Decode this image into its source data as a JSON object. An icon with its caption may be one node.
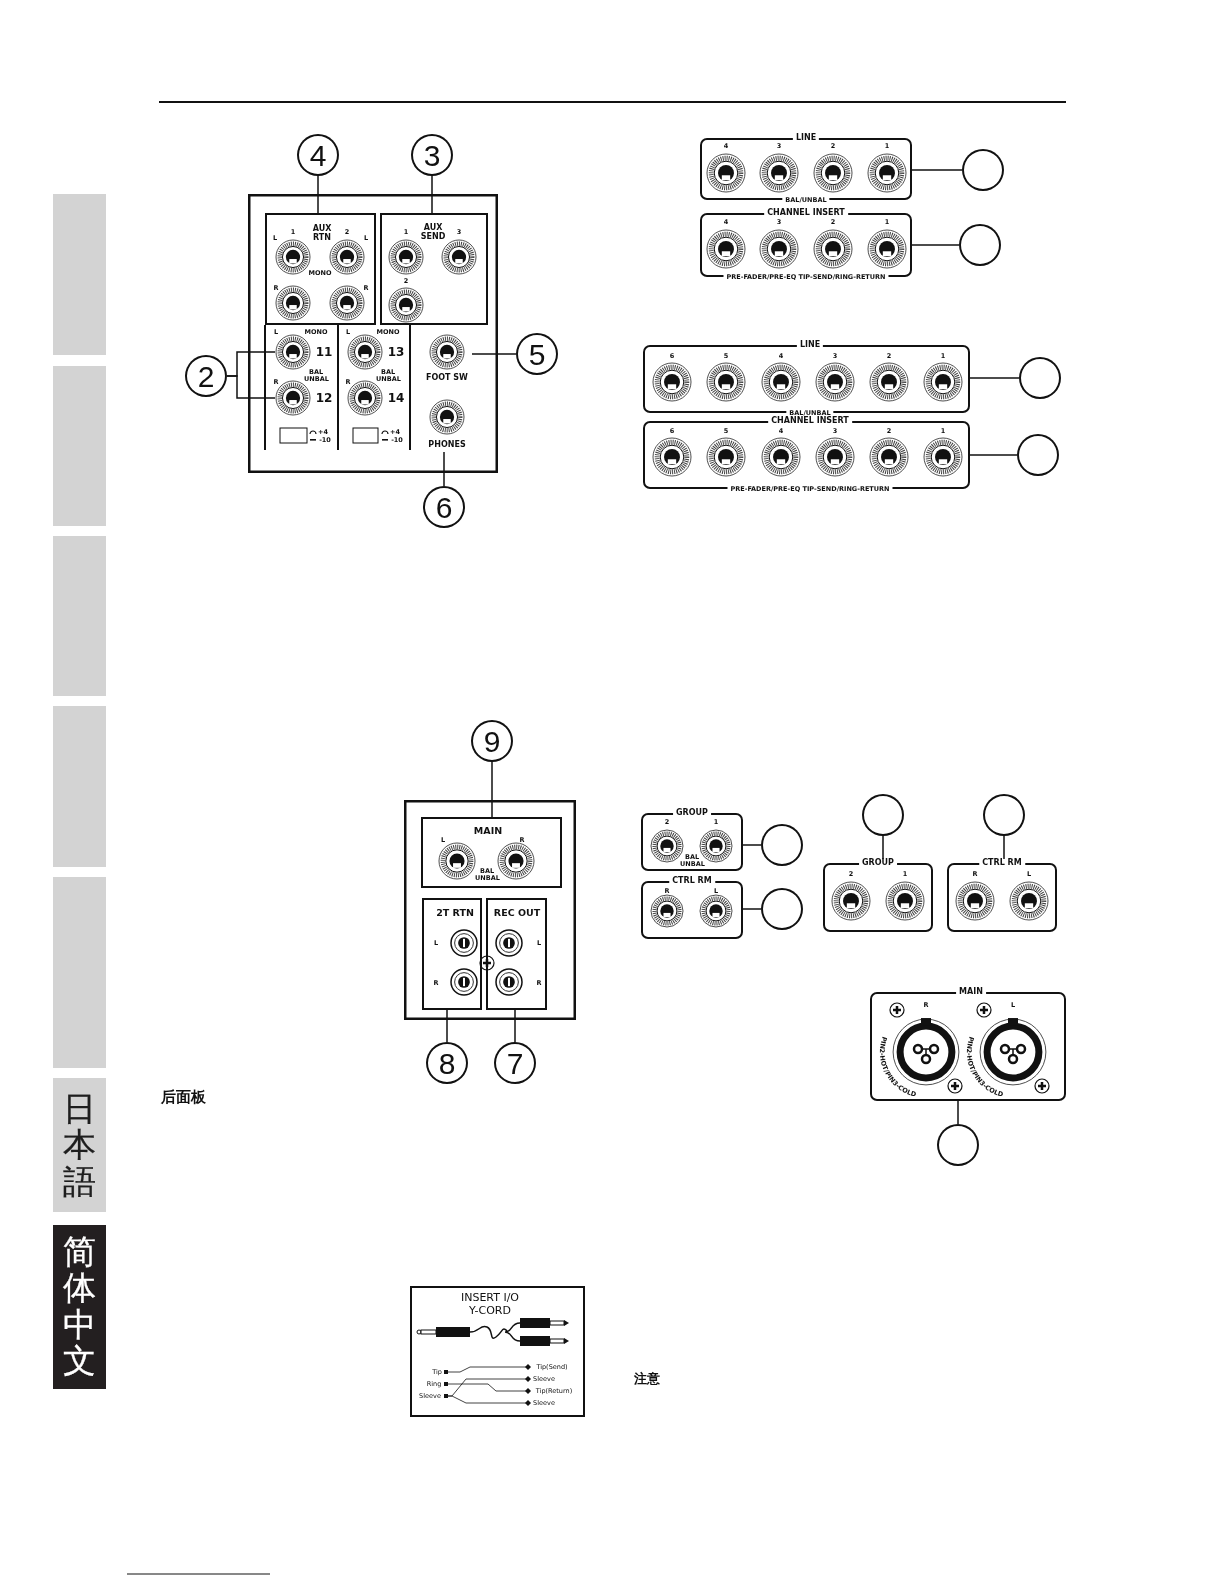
{
  "diagram": {
    "nodes": [
      {
        "text": [],
        "shape": "box"
      },
      {
        "text": [],
        "shape": "box"
      },
      {
        "text": [],
        "shape": "box"
      },
      {
        "text": [],
        "shape": "box"
      },
      {
        "text": [],
        "shape": "box"
      },
      {
        "text": [
          "日本語"
        ]
      },
      {
        "text": [
          "简体中文"
        ]
      },
      {
        "text": [
          "4"
        ]
      },
      {
        "text": [
          "3"
        ]
      },
      {
        "text": [],
        "shape": "box"
      },
      {
        "text": [
          "L",
          "1",
          "AUX RTN",
          "2",
          "L",
          "MONO",
          "R",
          "R"
        ],
        "in": 9
      },
      {
        "text": [
          "1",
          "AUX SEND",
          "3",
          "2"
        ],
        "in": 9
      },
      {
        "text": [
          "11"
        ],
        "in": 9
      },
      {
        "text": [
          "12"
        ],
        "in": 9
      },
      {
        "text": [
          "FOOT SW"
        ],
        "in": 9
      },
      {
        "text": [
          "PHONES"
        ],
        "in": 9
      },
      {
        "text": [
          "2"
        ]
      },
      {
        "text": [
          "5"
        ]
      },
      {
        "text": [
          "6"
        ]
      },
      {
        "text": [
          "LINE",
          "4",
          "3",
          "2",
          "1",
          "BAL/UNBAL"
        ]
      },
      {
        "text": [],
        "shape": "circle"
      },
      {
        "text": [
          "CHANNEL INSERT",
          "4",
          "3",
          "2",
          "1",
          "PRE-FADER/PRE-EQ TIP-SEND/RING-RETURN"
        ]
      },
      {
        "text": [],
        "shape": "circle"
      },
      {
        "text": [
          "LINE",
          "6",
          "5",
          "4",
          "3",
          "2",
          "1",
          "BAL/UNBAL"
        ]
      },
      {
        "text": [],
        "shape": "circle"
      },
      {
        "text": [
          "CHANNEL INSERT",
          "6",
          "5",
          "4",
          "3",
          "2",
          "1",
          "PRE-FADER/PRE-EQ TIP-SEND/RING-RETURN"
        ]
      },
      {
        "text": [],
        "shape": "circle"
      },
      {
        "text": [
          "9"
        ]
      },
      {
        "text": [],
        "shape": "box"
      },
      {
        "text": [
          "MAIN",
          "L",
          "R",
          "BAL UNBAL"
        ],
        "in": 28
      },
      {
        "text": [
          "2T RTN",
          "L",
          "R"
        ],
        "in": 28
      },
      {
        "text": [
          "REC OUT",
          "L",
          "R"
        ],
        "in": 28
      },
      {
        "text": [
          "8"
        ]
      },
      {
        "text": [
          "7"
        ]
      },
      {
        "text": [],
        "shape": "circle"
      },
      {
        "text": [],
        "shape": "circle"
      },
      {
        "text": [
          "GROUP",
          "2",
          "1",
          "BAL UNBAL"
        ]
      },
      {
        "text": [],
        "shape": "circle"
      },
      {
        "text": [
          "GROUP",
          "2",
          "1"
        ]
      },
      {
        "text": [
          "CTRL RM",
          "R",
          "L"
        ]
      },
      {
        "text": [
          "CTRL RM",
          "R",
          "L"
        ]
      },
      {
        "text": [],
        "shape": "circle"
      },
      {
        "text": [
          "MAIN",
          "R",
          "L",
          "PIN2-HOT/PIN3-COLD",
          "PIN2-HOT/PIN3-COLD"
        ]
      },
      {
        "text": [],
        "shape": "circle"
      },
      {
        "text": [
          "INSERT I/O Y-CORD"
        ]
      },
      {
        "text": [
          "Tip"
        ],
        "in": 44
      },
      {
        "text": [
          "Ring"
        ],
        "in": 44
      },
      {
        "text": [
          "Sleeve"
        ],
        "in": 44
      },
      {
        "text": [
          "Tip(Send)"
        ],
        "in": 44
      },
      {
        "text": [
          "Sleeve"
        ],
        "in": 44
      },
      {
        "text": [
          "Tip(Return)"
        ],
        "in": 44
      },
      {
        "text": [
          "Sleeve"
        ],
        "in": 44
      }
    ],
    "edges": [
      {
        "from": 7,
        "to": 10,
        "arrow": "none"
      },
      {
        "from": 8,
        "to": 11,
        "arrow": "none"
      },
      {
        "from": 16,
        "to": 12,
        "arrow": "none"
      },
      {
        "from": 16,
        "to": 13,
        "arrow": "none"
      },
      {
        "from": 17,
        "to": 14,
        "arrow": "none"
      },
      {
        "from": 18,
        "to": 15,
        "arrow": "none"
      },
      {
        "from": 20,
        "to": 19,
        "arrow": "none"
      },
      {
        "from": 22,
        "to": 21,
        "arrow": "none"
      },
      {
        "from": 24,
        "to": 23,
        "arrow": "none"
      },
      {
        "from": 26,
        "to": 25,
        "arrow": "none"
      },
      {
        "from": 27,
        "to": 29,
        "arrow": "none"
      },
      {
        "from": 32,
        "to": 30,
        "arrow": "none"
      },
      {
        "from": 33,
        "to": 31,
        "arrow": "none"
      },
      {
        "from": 34,
        "to": 38,
        "arrow": "none"
      },
      {
        "from": 35,
        "to": 39,
        "arrow": "none"
      },
      {
        "from": 37,
        "to": 36,
        "arrow": "none"
      },
      {
        "from": 41,
        "to": 40,
        "arrow": "none"
      },
      {
        "from": 43,
        "to": 42,
        "arrow": "none"
      },
      {
        "from": 45,
        "to": 48,
        "arrow": "other"
      },
      {
        "from": 46,
        "to": 50,
        "arrow": "other"
      },
      {
        "from": 47,
        "to": 49,
        "arrow": "other"
      },
      {
        "from": 47,
        "to": 51,
        "arrow": "other"
      }
    ],
    "labels": [
      "L",
      "MONO",
      "L",
      "MONO",
      "13",
      "BAL UNBAL",
      "BAL UNBAL",
      "R",
      "R",
      "14",
      "+4",
      "-10",
      "+4",
      "-10",
      "后面板",
      "注意"
    ]
  }
}
